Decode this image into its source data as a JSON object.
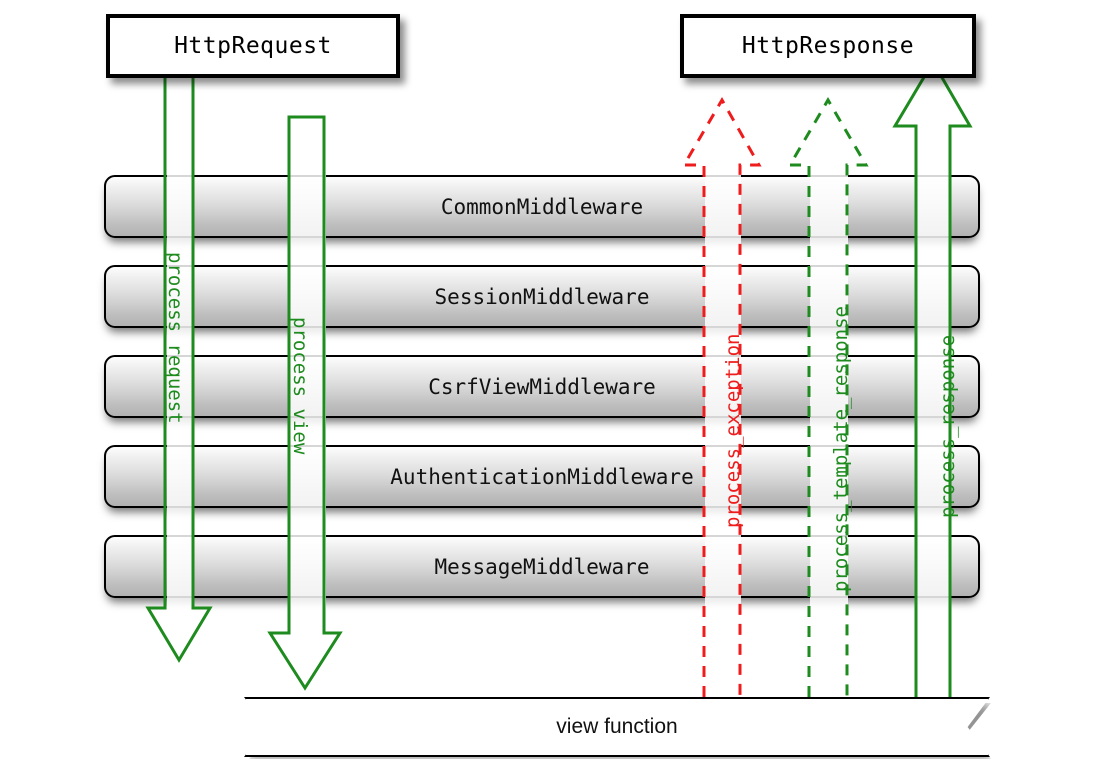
{
  "diagram": {
    "title_nodes": {
      "request": "HttpRequest",
      "response": "HttpResponse"
    },
    "middleware": [
      {
        "name": "CommonMiddleware"
      },
      {
        "name": "SessionMiddleware"
      },
      {
        "name": "CsrfViewMiddleware"
      },
      {
        "name": "AuthenticationMiddleware"
      },
      {
        "name": "MessageMiddleware"
      }
    ],
    "view_function": "view function",
    "hooks": [
      {
        "label": "process_request",
        "color": "#1d8b1d",
        "style": "solid",
        "direction": "down"
      },
      {
        "label": "process_view",
        "color": "#1d8b1d",
        "style": "solid",
        "direction": "down"
      },
      {
        "label": "process_exception",
        "color": "#ee1c1c",
        "style": "dashed",
        "direction": "up"
      },
      {
        "label": "process_template_response",
        "color": "#1d8b1d",
        "style": "dashed",
        "direction": "up"
      },
      {
        "label": "process_response",
        "color": "#1d8b1d",
        "style": "solid",
        "direction": "up"
      }
    ],
    "colors": {
      "green": "#1d8b1d",
      "red": "#ee1c1c",
      "bar_border": "#000000",
      "background": "#ffffff"
    }
  }
}
